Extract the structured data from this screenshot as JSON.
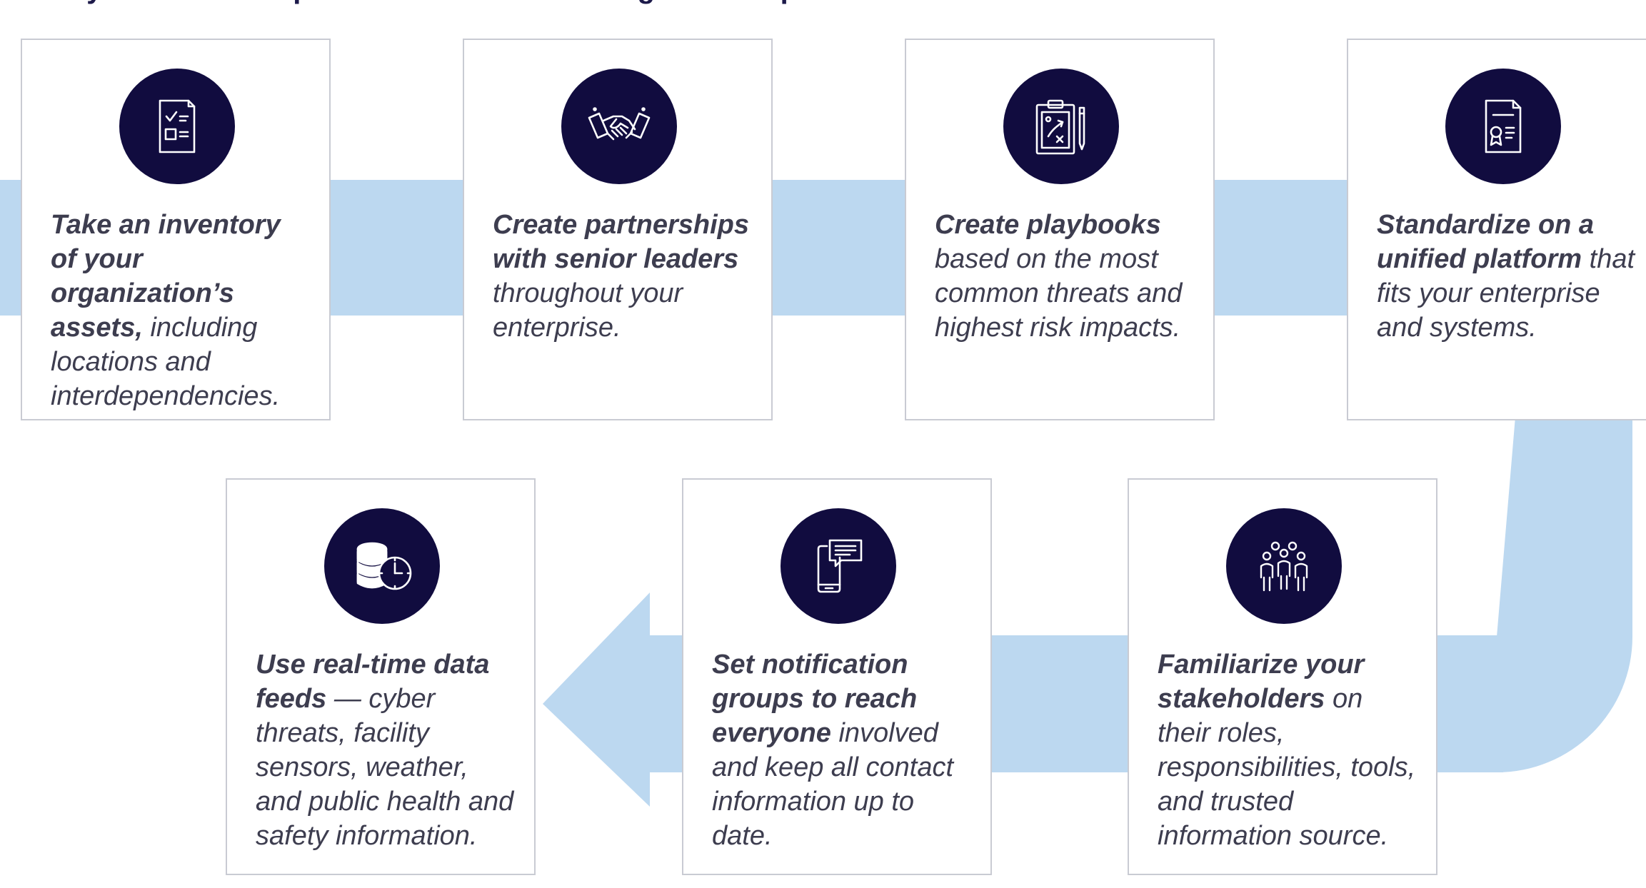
{
  "header": {
    "title": "Key readiness steps for critical event management implementation"
  },
  "colors": {
    "flow_band": "#bcd8f0",
    "icon_circle": "#110c3f",
    "icon_stroke": "#ffffff",
    "card_border": "#c9cbd3",
    "text": "#3d3d4f"
  },
  "steps": [
    {
      "icon": "checklist-icon",
      "bold": "Take an inventory of your organization’s assets,",
      "rest": " including locations and interdependencies."
    },
    {
      "icon": "handshake-icon",
      "bold": "Create partnerships with senior leaders",
      "rest": " throughout your enterprise."
    },
    {
      "icon": "playbook-clipboard-icon",
      "bold": "Create playbooks",
      "rest": " based on the most common threats and highest risk impacts."
    },
    {
      "icon": "certificate-document-icon",
      "bold": "Standardize on a unified platform",
      "rest": " that fits your enterprise and systems."
    },
    {
      "icon": "stakeholders-group-icon",
      "bold": "Familiarize your stakeholders",
      "rest": " on their roles, responsibilities, tools, and trusted information source."
    },
    {
      "icon": "mobile-notification-icon",
      "bold": "Set notification groups to reach everyone",
      "rest": " involved and keep all contact information up to date."
    },
    {
      "icon": "database-clock-icon",
      "bold": "Use real-time data feeds",
      "rest": " — cyber threats, facility sensors, weather, and public health and safety information."
    }
  ]
}
